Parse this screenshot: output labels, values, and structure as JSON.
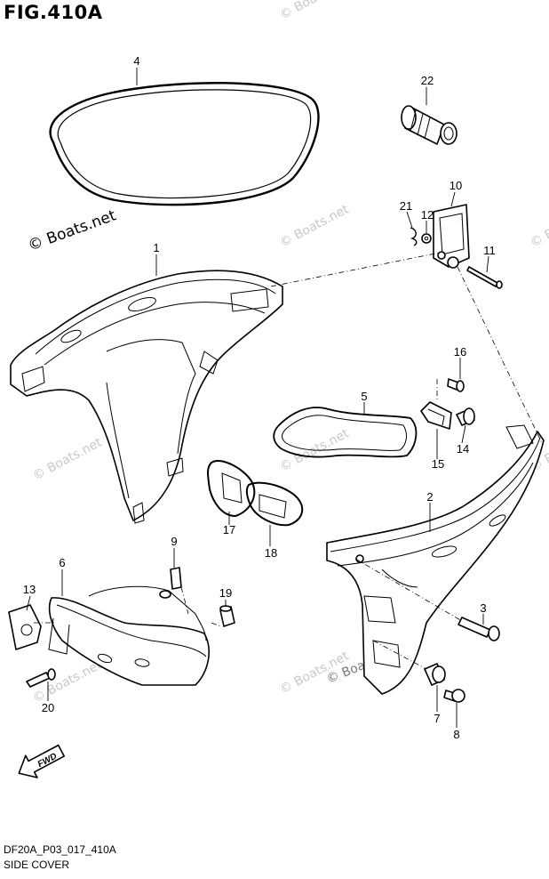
{
  "figure": {
    "title": "FIG.410A",
    "code": "DF20A_P03_017_410A",
    "name": "SIDE COVER"
  },
  "watermark": {
    "text": "© Boats.net"
  },
  "fwd_arrow": {
    "label": "FWD"
  },
  "callouts": [
    "1",
    "2",
    "3",
    "4",
    "5",
    "6",
    "7",
    "8",
    "9",
    "10",
    "11",
    "12",
    "13",
    "14",
    "15",
    "16",
    "17",
    "18",
    "19",
    "20",
    "21",
    "22"
  ]
}
